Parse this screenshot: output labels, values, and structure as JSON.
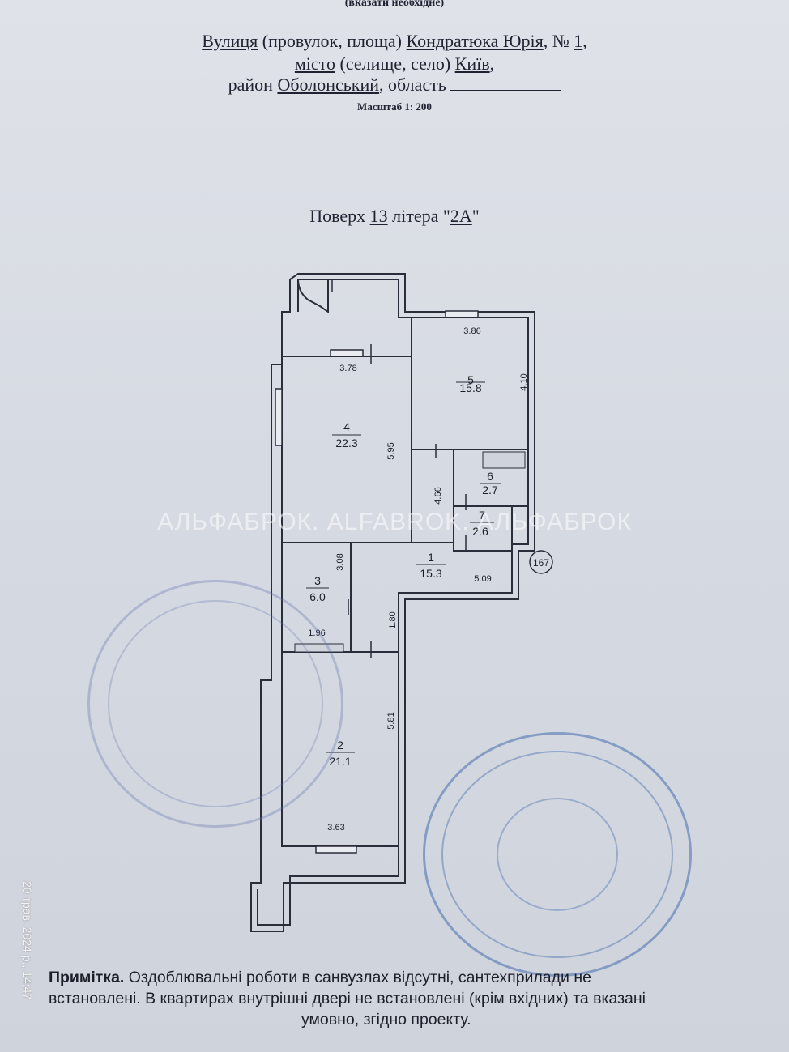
{
  "header": {
    "top_note": "(вказати необхідне)",
    "street_label": "Вулиця",
    "street_types": "(провулок, площа)",
    "street_name": "Кондратюка Юрія",
    "number_label": ", №",
    "number_value": "1",
    "city_label": "місто",
    "city_types": "(селище, село)",
    "city_name": "Київ",
    "district_label": "район",
    "district_name": "Оболонський",
    "region_label": ", область",
    "scale": "Масштаб 1: 200"
  },
  "floor": {
    "prefix": "Поверх",
    "number": "13",
    "mid": "літера \"",
    "letter": "2А",
    "suffix": "\""
  },
  "rooms": [
    {
      "id": "room-1",
      "number": "1",
      "area": "15.3"
    },
    {
      "id": "room-2",
      "number": "2",
      "area": "21.1"
    },
    {
      "id": "room-3",
      "number": "3",
      "area": "6.0"
    },
    {
      "id": "room-4",
      "number": "4",
      "area": "22.3"
    },
    {
      "id": "room-5",
      "number": "5",
      "area": "15.8"
    },
    {
      "id": "room-6",
      "number": "6",
      "area": "2.7"
    },
    {
      "id": "room-7",
      "number": "7",
      "area": "2.6"
    }
  ],
  "dimensions": {
    "d_386": "3.86",
    "d_378": "3.78",
    "d_410": "4.10",
    "d_595": "5.95",
    "d_466": "4.66",
    "d_308": "3.08",
    "d_509": "5.09",
    "d_180": "1.80",
    "d_196": "1.96",
    "d_581": "5.81",
    "d_363": "3.63"
  },
  "apartment_number": "167",
  "watermark": "АЛЬФАБРОК. ALFABROK. АЛЬФАБРОК",
  "timestamp": "20 трав. 2024 р., 14:47",
  "note": {
    "title": "Примітка.",
    "line1": "Оздоблювальні роботи в санвузлах відсутні, сантехприлади не",
    "line2": "встановлені. В квартирах внутрішні двері не встановлені (крім вхідних) та вказані",
    "line3": "умовно, згідно проекту."
  }
}
